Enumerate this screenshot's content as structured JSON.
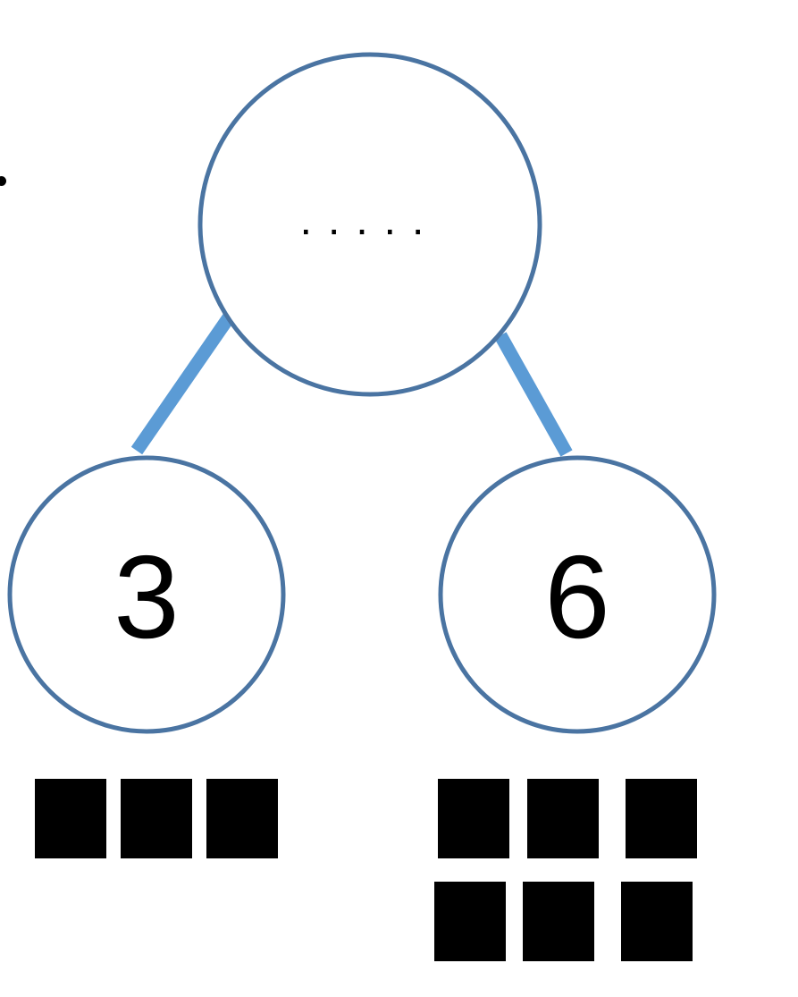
{
  "diagram": {
    "type": "number-bond",
    "whole": {
      "label": "....."
    },
    "parts": [
      {
        "label": "3",
        "block_count": 3
      },
      {
        "label": "6",
        "block_count": 6
      }
    ]
  },
  "colors": {
    "circle_stroke": "#4a74a2",
    "connector": "#5b9bd5",
    "text": "#000000",
    "blocks": "#000000",
    "background": "#ffffff"
  }
}
